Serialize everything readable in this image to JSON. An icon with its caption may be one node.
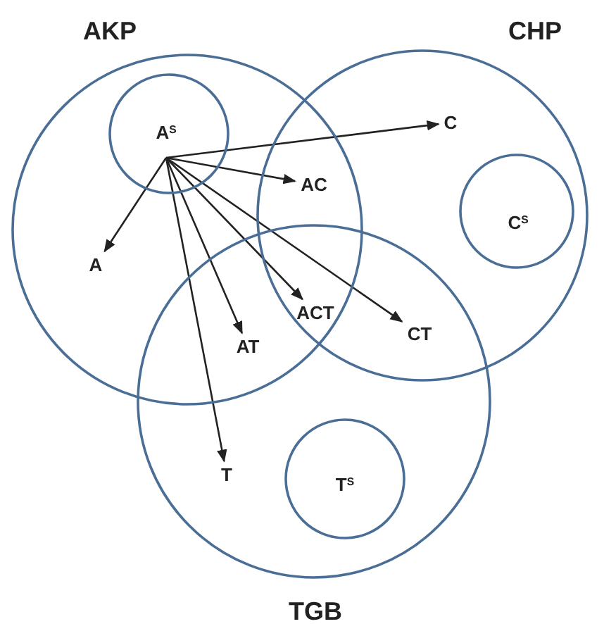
{
  "diagram": {
    "nodes": [
      {
        "text": [
          "AKP"
        ]
      },
      {
        "text": [
          "CHP"
        ]
      },
      {
        "text": [
          "TGB"
        ]
      },
      {
        "text": [
          "A$^{S}$"
        ],
        "in": 0
      },
      {
        "text": [
          "C"
        ],
        "in": 1
      },
      {
        "text": [
          "AC"
        ]
      },
      {
        "text": [
          "C$^{S}$"
        ],
        "in": 1
      },
      {
        "text": [
          "A"
        ],
        "in": 0
      },
      {
        "text": [
          "ACT"
        ]
      },
      {
        "text": [
          "AT"
        ]
      },
      {
        "text": [
          "CT"
        ]
      },
      {
        "text": [
          "T"
        ],
        "in": 2
      },
      {
        "text": [
          "T$^{S}$"
        ],
        "in": 2
      }
    ],
    "edges": [
      {
        "from": 3,
        "to": 4,
        "arrow": "to"
      },
      {
        "from": 3,
        "to": 7,
        "arrow": "to"
      },
      {
        "from": 3,
        "to": 5,
        "arrow": "to"
      },
      {
        "from": 3,
        "to": 8,
        "arrow": "to"
      },
      {
        "from": 3,
        "to": 10,
        "arrow": "to"
      },
      {
        "from": 3,
        "to": 9,
        "arrow": "to"
      },
      {
        "from": 3,
        "to": 11,
        "arrow": "to"
      }
    ]
  }
}
